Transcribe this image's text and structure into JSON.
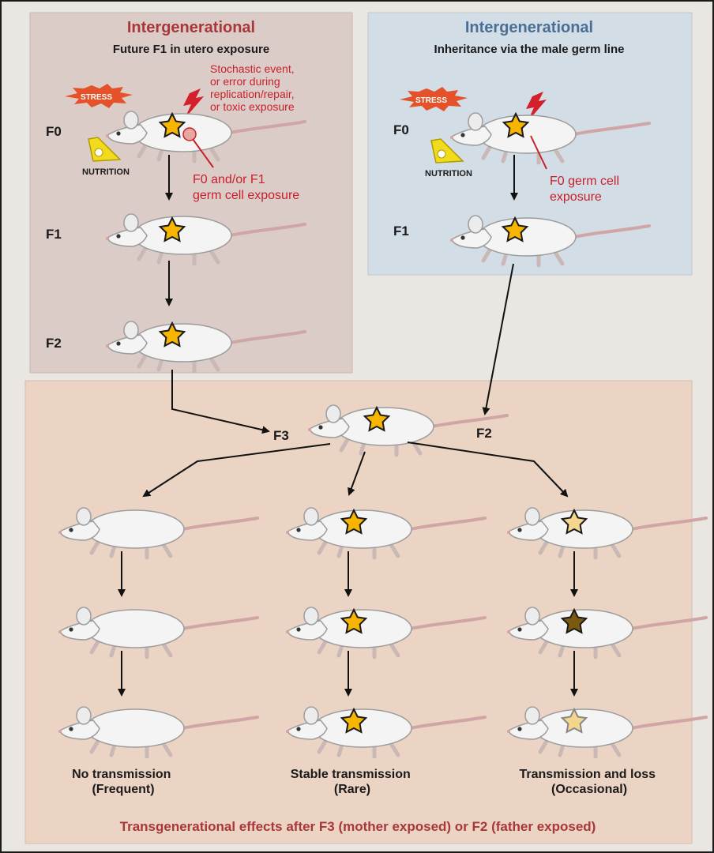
{
  "left_panel": {
    "title": "Intergenerational",
    "subtitle": "Future F1 in utero exposure",
    "stress_label": "STRESS",
    "nutrition_label": "NUTRITION",
    "event_note": [
      "Stochastic event,",
      "or error during",
      "replication/repair,",
      "or toxic exposure"
    ],
    "germ_note": [
      "F0 and/or F1",
      "germ cell exposure"
    ],
    "generations": [
      "F0",
      "F1",
      "F2"
    ]
  },
  "right_panel": {
    "title": "Intergenerational",
    "subtitle": "Inheritance via the male germ line",
    "stress_label": "STRESS",
    "nutrition_label": "NUTRITION",
    "germ_note": [
      "F0 germ cell",
      "exposure"
    ],
    "generations": [
      "F0",
      "F1"
    ]
  },
  "bottom_panel": {
    "merge_labels": {
      "maternal": "F3",
      "paternal": "F2"
    },
    "outcomes": [
      {
        "line1": "No transmission",
        "line2": "(Frequent)"
      },
      {
        "line1": "Stable transmission",
        "line2": "(Rare)"
      },
      {
        "line1": "Transmission and loss",
        "line2": "(Occasional)"
      }
    ],
    "footer": "Transgenerational effects after F3 (mother exposed) or F2 (father exposed)"
  },
  "colors": {
    "maternal_title": "#a8373a",
    "paternal_title": "#4a6f96",
    "note_red": "#c8202a",
    "left_bg": "#dcccc8",
    "right_bg": "#d3dde6",
    "bottom_bg": "#ecd4c4",
    "star": "#f7b500",
    "star_faded": "#f5d68e",
    "star_dark": "#7a5a10",
    "star_pale": "#f3d58c"
  }
}
